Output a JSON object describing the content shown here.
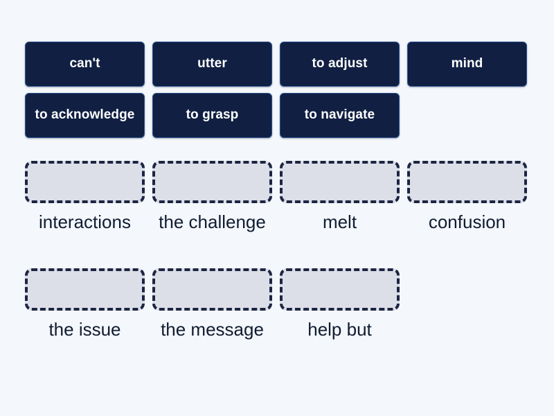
{
  "activity": {
    "type": "match-up",
    "background_color": "#f4f7fb",
    "tile_color": "#101f42",
    "tile_text_color": "#ffffff",
    "dropzone_fill_color": "#dddfe8",
    "dropzone_border_color": "#1c2542",
    "label_text_color": "#101c31"
  },
  "tiles": [
    {
      "label": "can't"
    },
    {
      "label": "utter"
    },
    {
      "label": "to adjust"
    },
    {
      "label": "mind"
    },
    {
      "label": "to acknowledge"
    },
    {
      "label": "to grasp"
    },
    {
      "label": "to navigate"
    }
  ],
  "targets": [
    {
      "label": "interactions",
      "value": ""
    },
    {
      "label": "the challenge",
      "value": ""
    },
    {
      "label": "melt",
      "value": ""
    },
    {
      "label": "confusion",
      "value": ""
    },
    {
      "label": "the issue",
      "value": ""
    },
    {
      "label": "the message",
      "value": ""
    },
    {
      "label": "help but",
      "value": ""
    }
  ]
}
